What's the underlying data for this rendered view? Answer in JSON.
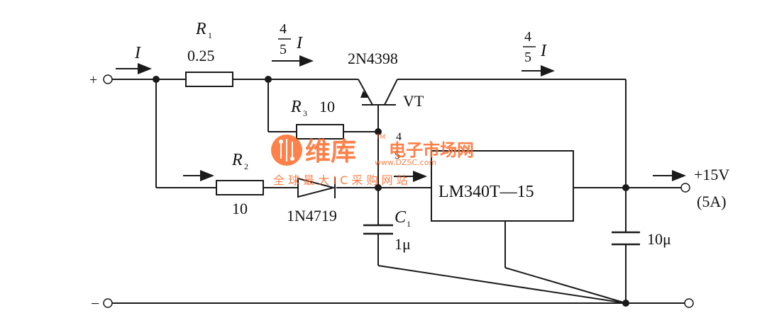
{
  "labels": {
    "input_plus": "+",
    "input_minus": "−",
    "current_in": "I",
    "r1_letter": "R",
    "r1_sub": "1",
    "r1_value": "0.25",
    "frac_num": "4",
    "frac_den": "5",
    "frac_i": "I",
    "frac2_num": "4",
    "frac2_den": "5",
    "frac2_i": "I",
    "transistor_part": "2N4398",
    "transistor_ref": "VT",
    "r3_letter": "R",
    "r3_sub": "3",
    "r3_value": "10",
    "r2_letter": "R",
    "r2_sub": "2",
    "r2_value": "10",
    "diode_part": "1N4719",
    "c1_letter": "C",
    "c1_sub": "1",
    "c1_value": "1μ",
    "regulator_part": "LM340T—15",
    "output_voltage": "+15V",
    "output_current": "(5A)",
    "cap_out_value": "10μ",
    "node_label_4": "4",
    "node_label_5": "5"
  },
  "watermark": {
    "brand": "维库",
    "brand_sub": "电子市场网",
    "url": "www.DZSC.com",
    "tagline": "全 球 最 大 I C 采 购 网 站",
    "tm": "TM",
    "color": "#ff6a2a"
  },
  "colors": {
    "line": "#1a1a1a",
    "background": "#ffffff"
  }
}
